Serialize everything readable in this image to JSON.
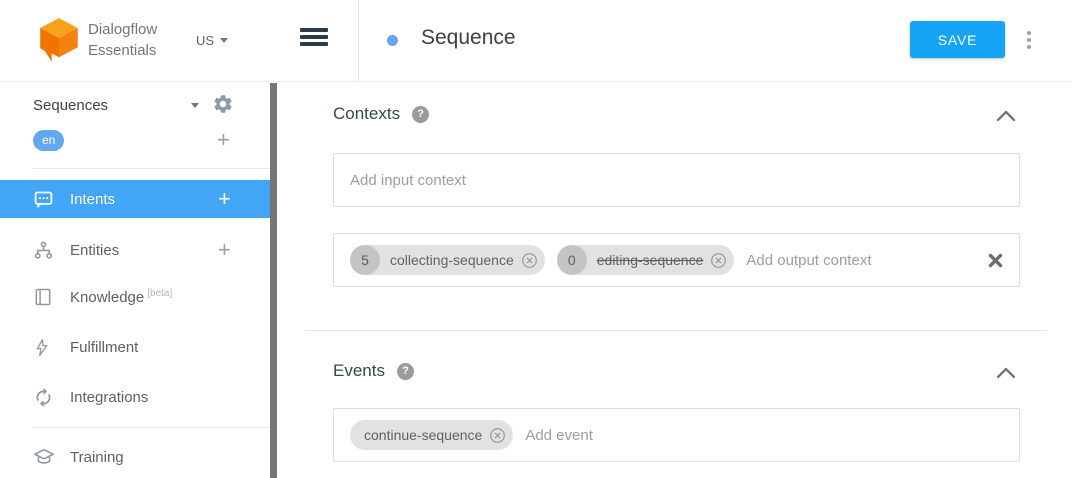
{
  "brand": {
    "name_line1": "Dialogflow",
    "name_line2": "Essentials",
    "region": "US"
  },
  "agent": {
    "selector_label": "Sequences",
    "language_tag": "en"
  },
  "sidebar": {
    "items": [
      {
        "label": "Intents"
      },
      {
        "label": "Entities"
      },
      {
        "label": "Knowledge",
        "badge": "[beta]"
      },
      {
        "label": "Fulfillment"
      },
      {
        "label": "Integrations"
      },
      {
        "label": "Training"
      }
    ]
  },
  "header": {
    "title": "Sequence",
    "save_label": "SAVE"
  },
  "icons": {
    "add": "+",
    "help": "?"
  },
  "sections": {
    "contexts": {
      "title": "Contexts",
      "input_context_placeholder": "Add input context",
      "output_context_placeholder": "Add output context",
      "output_chips": [
        {
          "lifespan": "5",
          "label": "collecting-sequence"
        },
        {
          "lifespan": "0",
          "label": "editing-sequence"
        }
      ]
    },
    "events": {
      "title": "Events",
      "event_placeholder": "Add event",
      "chips": [
        {
          "label": "continue-sequence"
        }
      ]
    }
  },
  "colors": {
    "accent_blue": "#16a5f6",
    "selected_nav_blue": "#42a5f5",
    "language_pill_blue": "#64a7ee",
    "priority_dot_blue": "#67a3ee",
    "logo_orange_top": "#f9a11b",
    "logo_orange_dark": "#ee7502"
  }
}
